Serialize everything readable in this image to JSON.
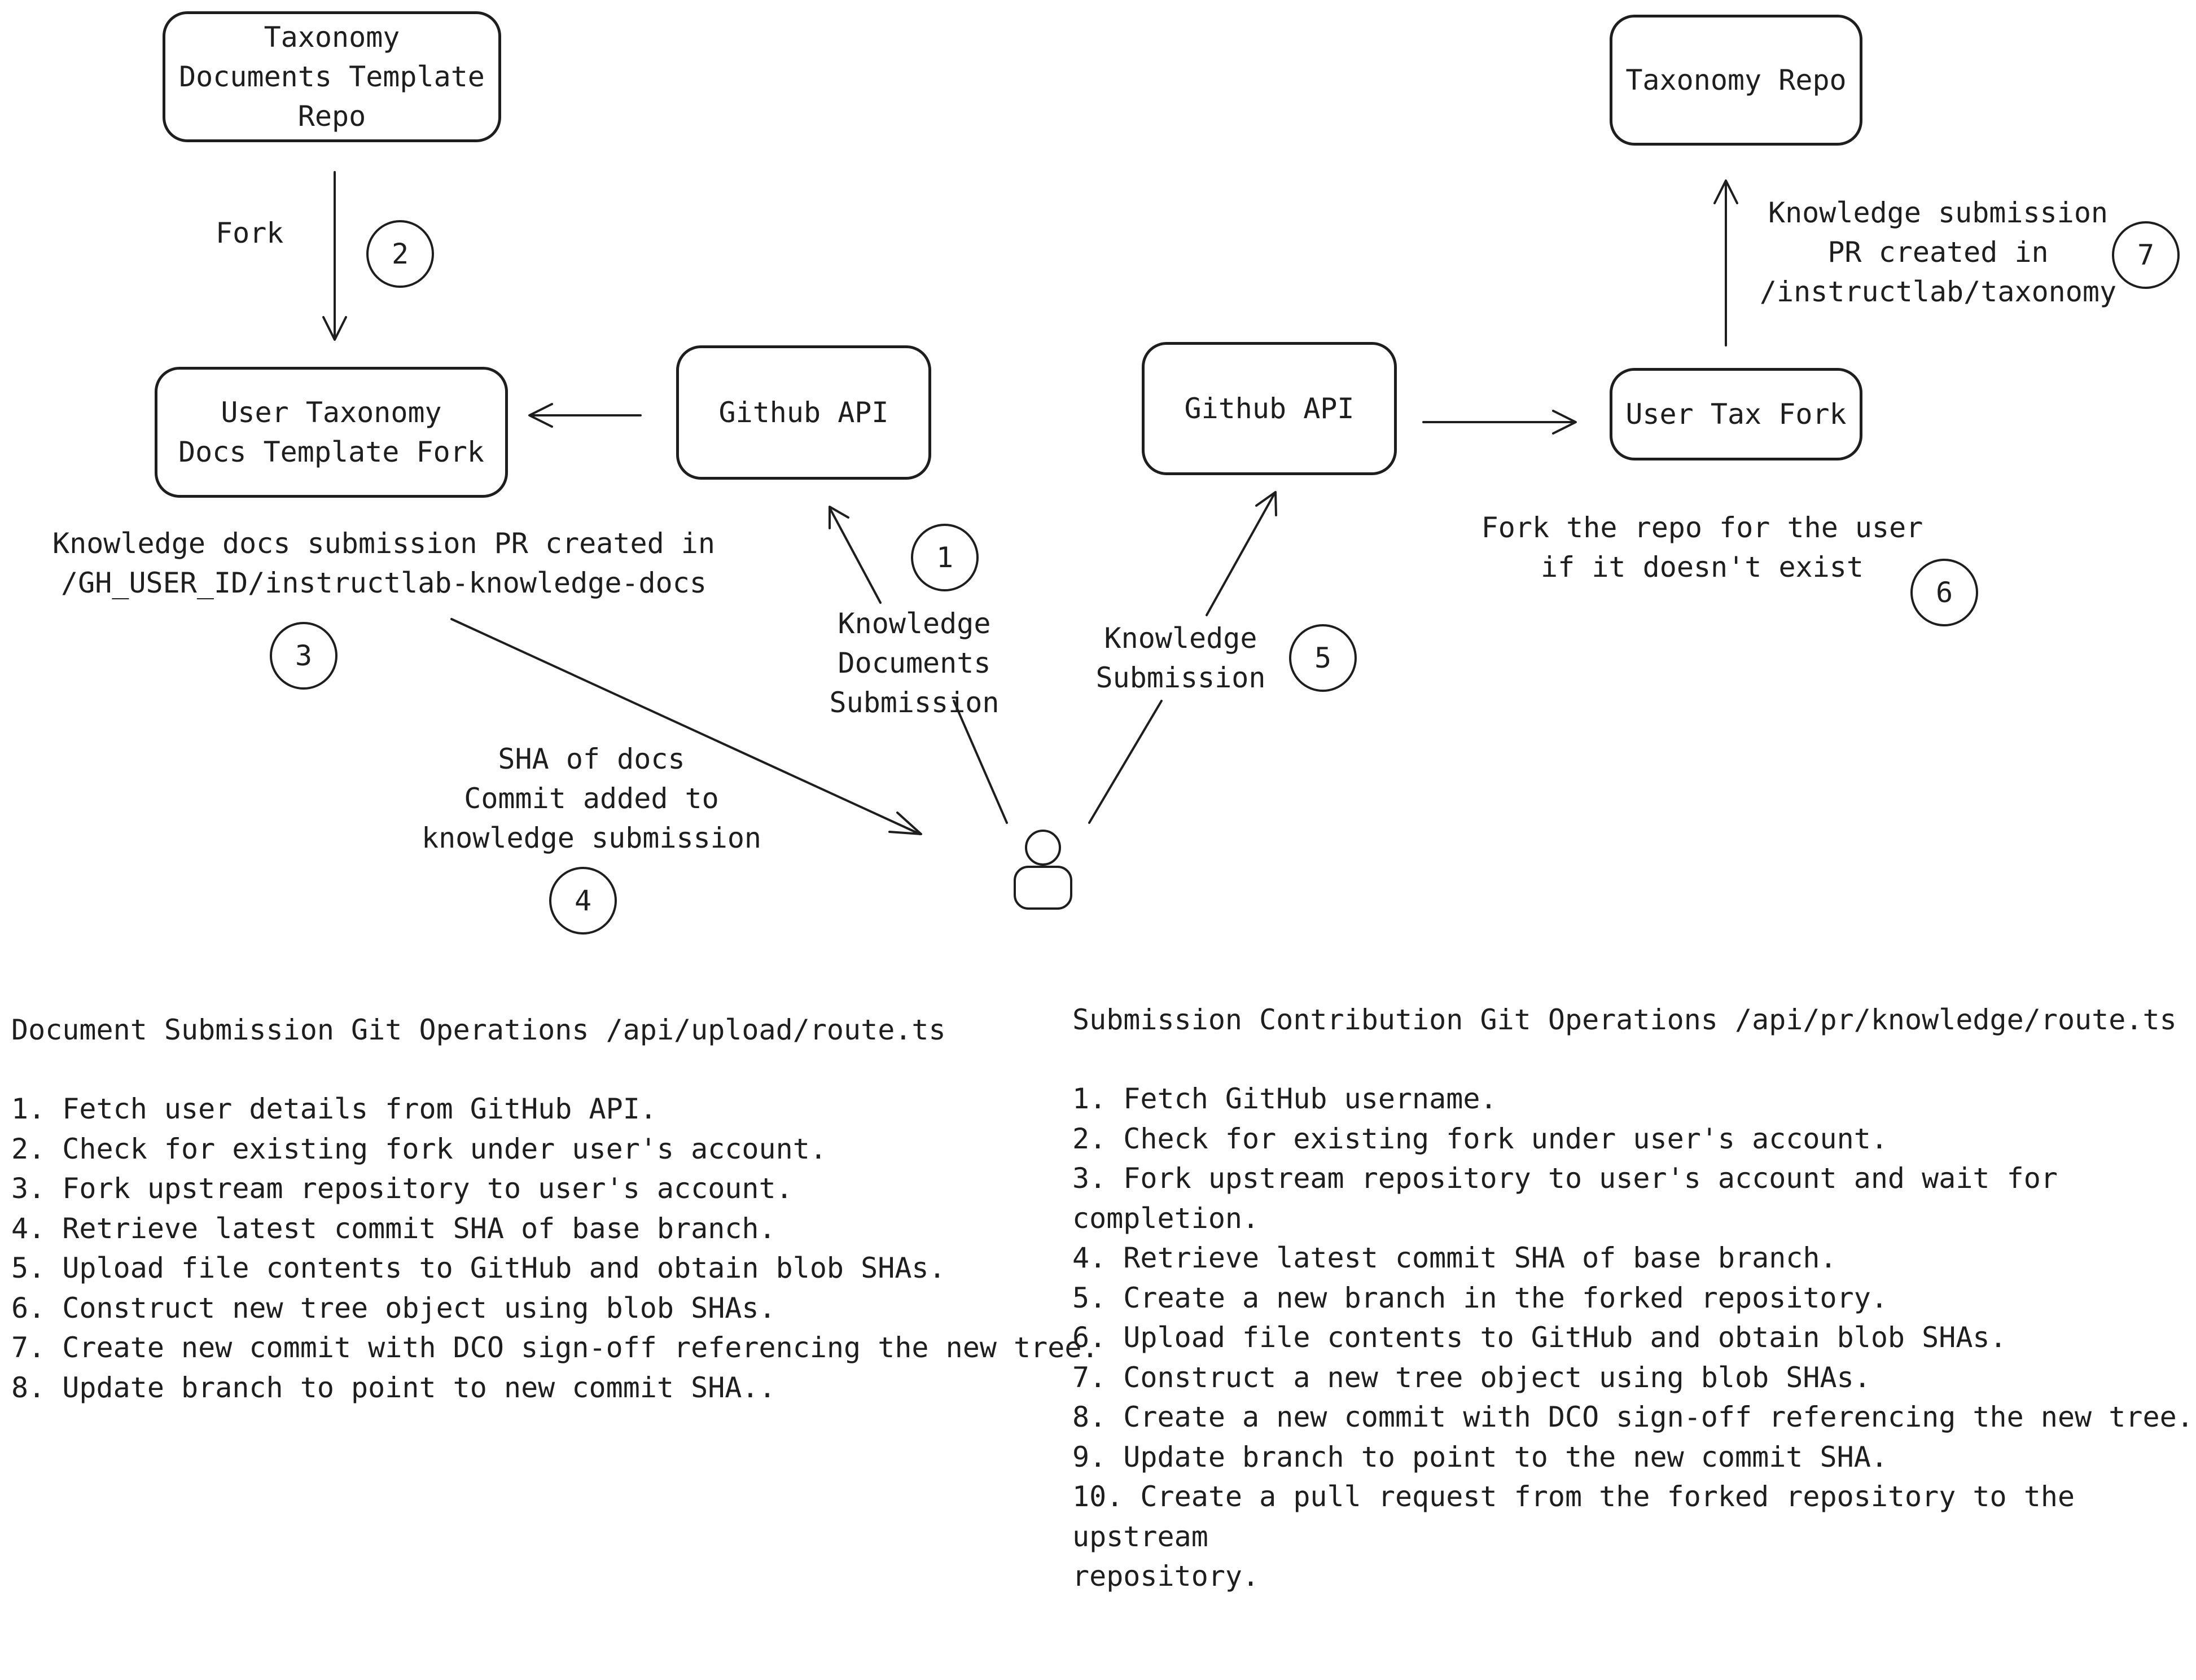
{
  "nodes": {
    "template_repo": "Taxonomy\nDocuments Template\nRepo",
    "user_docs_fork": "User Taxonomy\nDocs Template Fork",
    "github_api_left": "Github API",
    "github_api_right": "Github API",
    "user_tax_fork": "User Tax Fork",
    "taxonomy_repo": "Taxonomy Repo"
  },
  "labels": {
    "fork": "Fork",
    "docs_pr": "Knowledge docs submission PR created in\n/GH_USER_ID/instructlab-knowledge-docs",
    "knowledge_docs_submission": "Knowledge\nDocuments\nSubmission",
    "sha_docs": "SHA of docs\nCommit added to\nknowledge submission",
    "knowledge_submission": "Knowledge\nSubmission",
    "fork_repo_user": "Fork the repo for the user\nif it doesn't exist",
    "pr_taxonomy": "Knowledge submission\nPR created in\n/instructlab/taxonomy"
  },
  "steps": [
    "1",
    "2",
    "3",
    "4",
    "5",
    "6",
    "7"
  ],
  "document_ops": {
    "title": "Document Submission Git Operations /api/upload/route.ts",
    "items": [
      "1. Fetch user details from GitHub API.",
      "2. Check for existing fork under user's account.",
      "3. Fork upstream repository to user's account.",
      "4. Retrieve latest commit SHA of base branch.",
      "5. Upload file contents to GitHub and obtain blob SHAs.",
      "6. Construct new tree object using blob SHAs.",
      "7. Create new commit with DCO sign-off referencing the new tree.",
      "8. Update branch to point to new commit SHA.."
    ]
  },
  "contribution_ops": {
    "title": "Submission Contribution Git Operations /api/pr/knowledge/route.ts",
    "items": [
      "1. Fetch GitHub username.",
      "2. Check for existing fork under user's account.",
      "3. Fork upstream repository to user's account and wait for completion.",
      "4. Retrieve latest commit SHA of base branch.",
      "5. Create a new branch in the forked repository.",
      "6. Upload file contents to GitHub and obtain blob SHAs.",
      "7. Construct a new tree object using blob SHAs.",
      "8. Create a new commit with DCO sign-off referencing the new tree.",
      "9. Update branch to point to the new commit SHA.",
      "10. Create a pull request from the forked repository to the upstream\nrepository."
    ]
  },
  "colors": {
    "stroke": "#1e1e1e",
    "background": "#ffffff"
  }
}
